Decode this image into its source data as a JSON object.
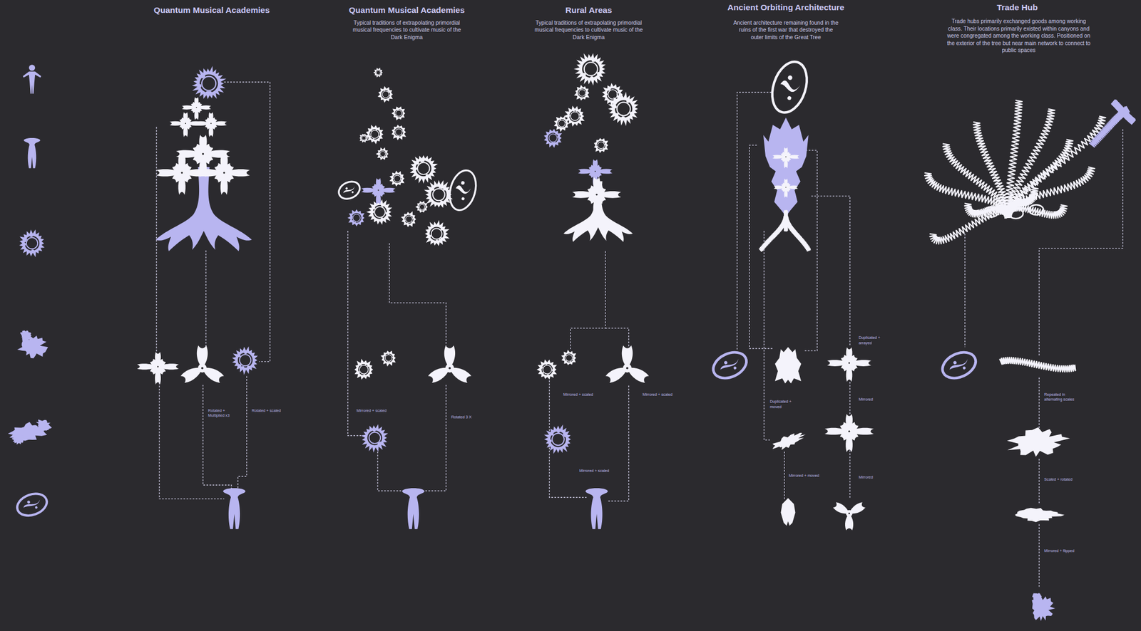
{
  "diagram": {
    "labels": [
      "Quantum Musical Academies",
      "Quantum Musical Academies",
      "Typical traditions of extrapolating primordial musical frequencies to cultivate music of the Dark Enigma",
      "Rural Areas",
      "Typical traditions of extrapolating primordial musical frequencies to cultivate music of the Dark Enigma",
      "Ancient Orbiting Architecture",
      "Ancient architecture remaining found in the ruins of the first war that destroyed the outer limits of the Great Tree",
      "Trade Hub",
      "Trade hubs primarily exchanged goods among working class. Their locations primarily existed within canyons and were congregated among the working class. Positioned on the exterior of the tree but near main network to connect to public spaces",
      "Rotated + Multiplied x3",
      "Rotated + scaled",
      "Mirrored + scaled",
      "Rotated 3 X",
      "Mirrored + scaled",
      "Mirrored + scaled",
      "Mirrored + scaled",
      "Duplicated + arrayed",
      "Duplicated + moved",
      "Mirrored",
      "Mirrored + moved",
      "Mirrored",
      "Repeated in alternating scales",
      "Scaled + rotated",
      "Mirrored + flipped"
    ]
  }
}
